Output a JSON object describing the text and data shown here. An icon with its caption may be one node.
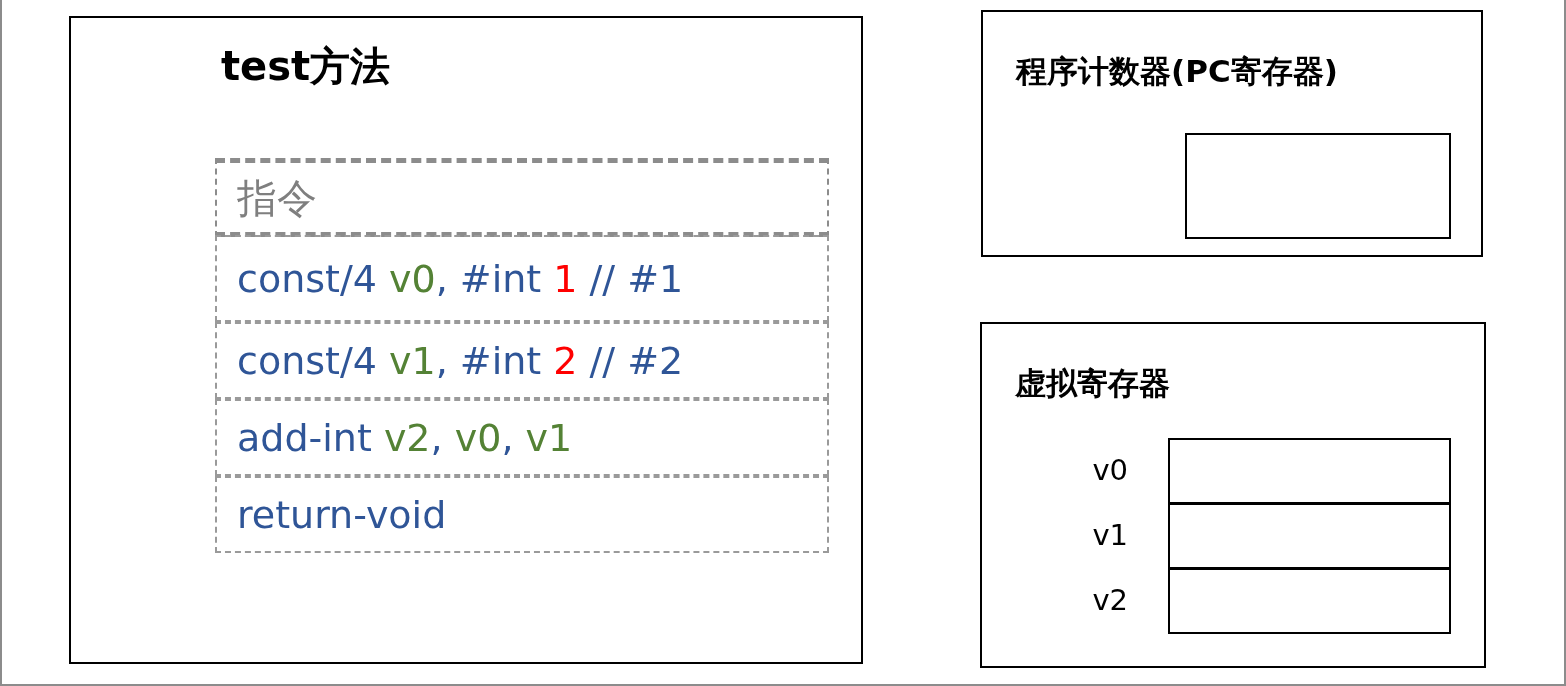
{
  "diagram": {
    "nodes": [
      {
        "text": [
          "test方法"
        ]
      },
      {
        "text": [
          "指令"
        ],
        "in": 0
      },
      {
        "text": [
          "const/4 v0, #int 1 // #1"
        ],
        "in": 0
      },
      {
        "text": [
          "const/4 v1, #int 2 // #2"
        ],
        "in": 0
      },
      {
        "text": [
          "add-int v2, v0, v1"
        ],
        "in": 0
      },
      {
        "text": [
          "return-void"
        ],
        "in": 0
      },
      {
        "text": [
          "程序计数器(PC寄存器)"
        ]
      },
      {
        "text": [],
        "shape": "box",
        "in": 6
      },
      {
        "text": [
          "虚拟寄存器"
        ]
      },
      {
        "text": [],
        "shape": "box",
        "in": 8,
        "beside": [
          "v0"
        ]
      },
      {
        "text": [],
        "shape": "box",
        "in": 8,
        "beside": [
          "v1"
        ]
      },
      {
        "text": [],
        "shape": "box",
        "in": 8,
        "beside": [
          "v2"
        ]
      }
    ]
  }
}
